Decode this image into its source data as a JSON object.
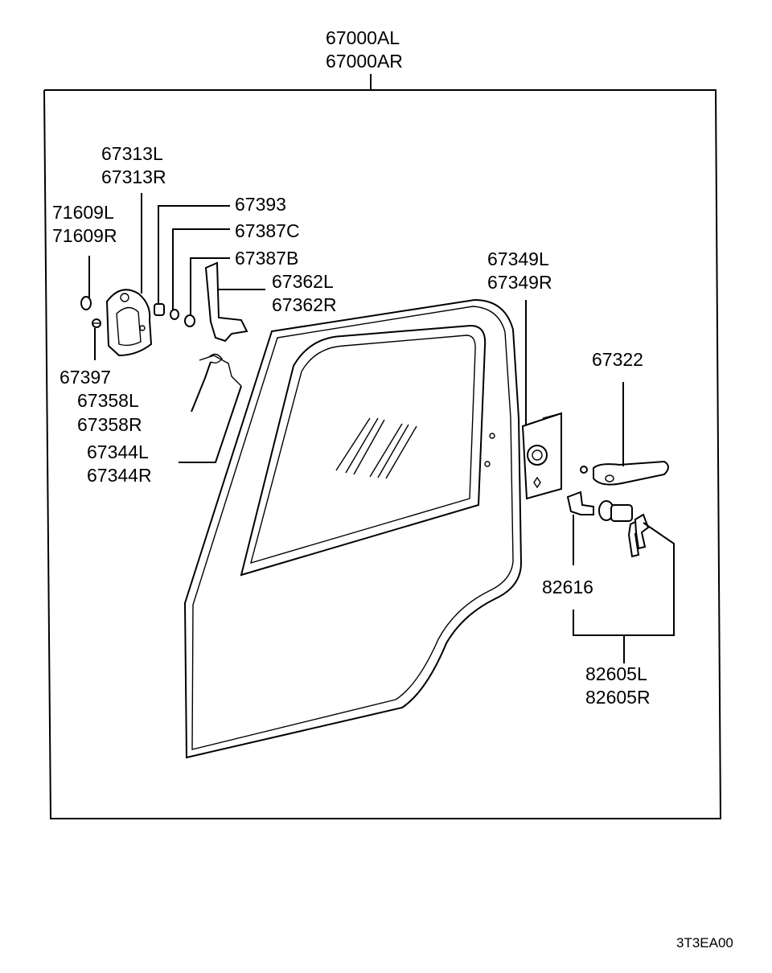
{
  "assembly": {
    "label_1": "67000AL",
    "label_2": "67000AR"
  },
  "parts": {
    "p67313": {
      "l1": "67313L",
      "l2": "67313R"
    },
    "p71609": {
      "l1": "71609L",
      "l2": "71609R"
    },
    "p67393": {
      "l1": "67393"
    },
    "p67387c": {
      "l1": "67387C"
    },
    "p67387b": {
      "l1": "67387B"
    },
    "p67362": {
      "l1": "67362L",
      "l2": "67362R"
    },
    "p67397": {
      "l1": "67397"
    },
    "p67358": {
      "l1": "67358L",
      "l2": "67358R"
    },
    "p67344": {
      "l1": "67344L",
      "l2": "67344R"
    },
    "p67349": {
      "l1": "67349L",
      "l2": "67349R"
    },
    "p67322": {
      "l1": "67322"
    },
    "p82616": {
      "l1": "82616"
    },
    "p82605": {
      "l1": "82605L",
      "l2": "82605R"
    }
  },
  "diagram_code": "3T3EA00"
}
